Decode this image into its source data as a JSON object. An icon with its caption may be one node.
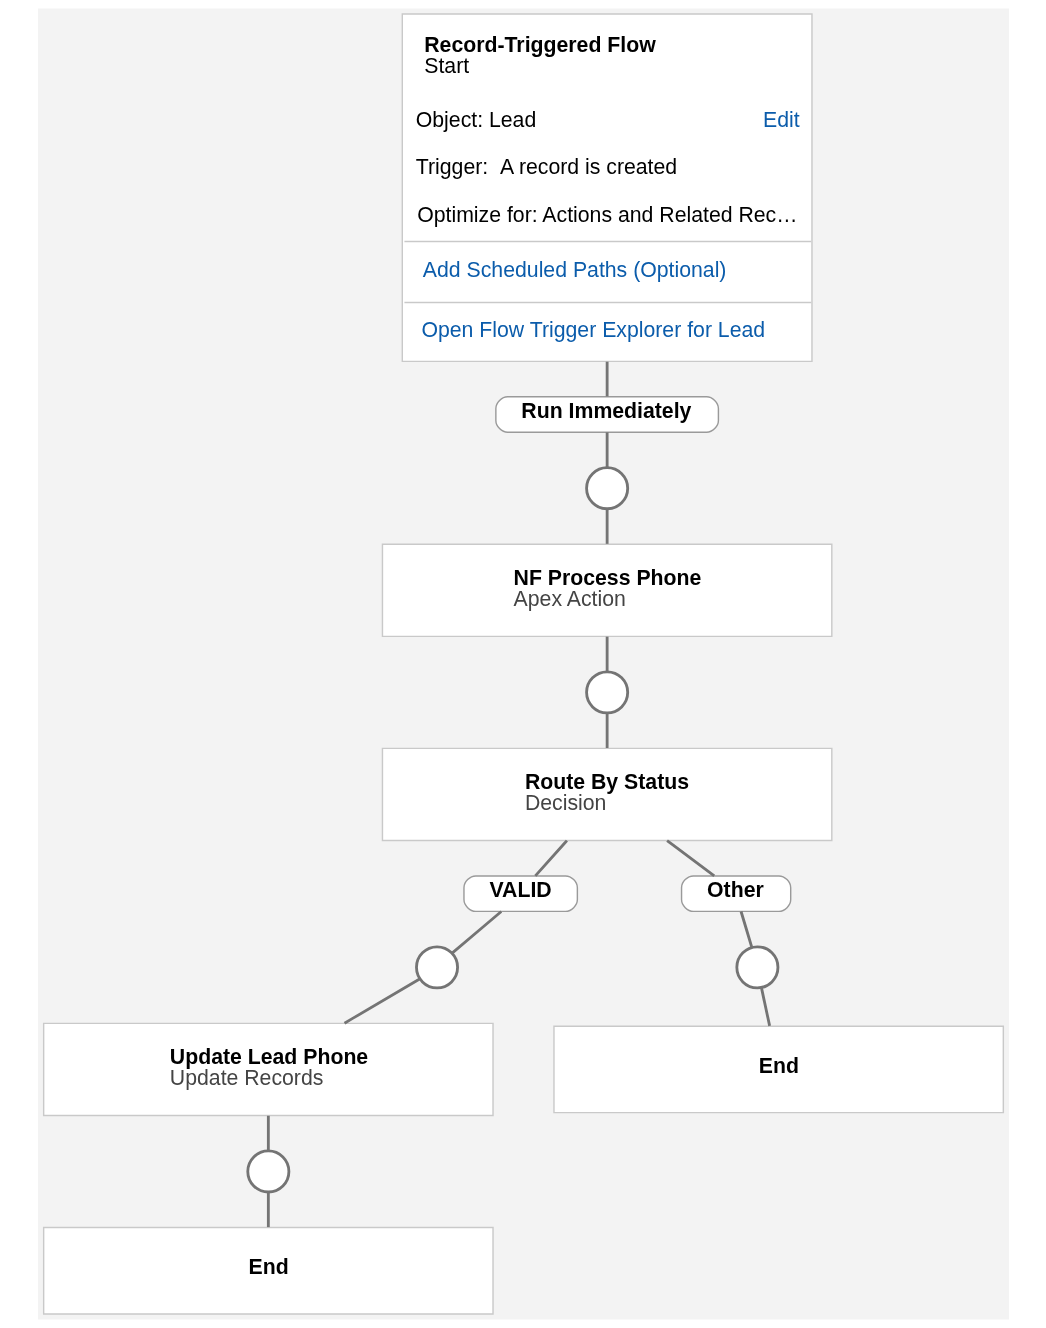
{
  "diagram": {
    "nodes": [
      {
        "text": [
          "Record-Triggered Flow",
          "Start",
          "Object: Lead",
          "Edit",
          "Trigger:  A record is created",
          "Optimize for: Actions and Related Rec…",
          "Add Scheduled Paths (Optional)",
          "Open Flow Trigger Explorer for Lead"
        ]
      },
      {
        "text": [
          "Run Immediately"
        ]
      },
      {
        "text": [],
        "shape": "circle"
      },
      {
        "text": [
          "NF Process Phone",
          "Apex Action"
        ]
      },
      {
        "text": [],
        "shape": "circle"
      },
      {
        "text": [
          "Route By Status",
          "Decision"
        ]
      },
      {
        "text": [
          "VALID"
        ]
      },
      {
        "text": [
          "Other"
        ]
      },
      {
        "text": [],
        "shape": "circle"
      },
      {
        "text": [],
        "shape": "circle"
      },
      {
        "text": [
          "Update Lead Phone",
          "Update Records"
        ]
      },
      {
        "text": [
          "End"
        ]
      },
      {
        "text": [],
        "shape": "circle"
      },
      {
        "text": [
          "End"
        ]
      }
    ],
    "edges": [
      {
        "from": 0,
        "to": 1,
        "arrow": "none"
      },
      {
        "from": 1,
        "to": 2,
        "arrow": "none"
      },
      {
        "from": 2,
        "to": 3,
        "arrow": "none"
      },
      {
        "from": 3,
        "to": 4,
        "arrow": "none"
      },
      {
        "from": 4,
        "to": 5,
        "arrow": "none"
      },
      {
        "from": 5,
        "to": 6,
        "arrow": "none"
      },
      {
        "from": 5,
        "to": 7,
        "arrow": "none"
      },
      {
        "from": 6,
        "to": 8,
        "arrow": "none"
      },
      {
        "from": 7,
        "to": 9,
        "arrow": "none"
      },
      {
        "from": 8,
        "to": 10,
        "arrow": "none"
      },
      {
        "from": 9,
        "to": 11,
        "arrow": "none"
      },
      {
        "from": 10,
        "to": 12,
        "arrow": "none"
      },
      {
        "from": 12,
        "to": 13,
        "arrow": "none"
      }
    ]
  }
}
